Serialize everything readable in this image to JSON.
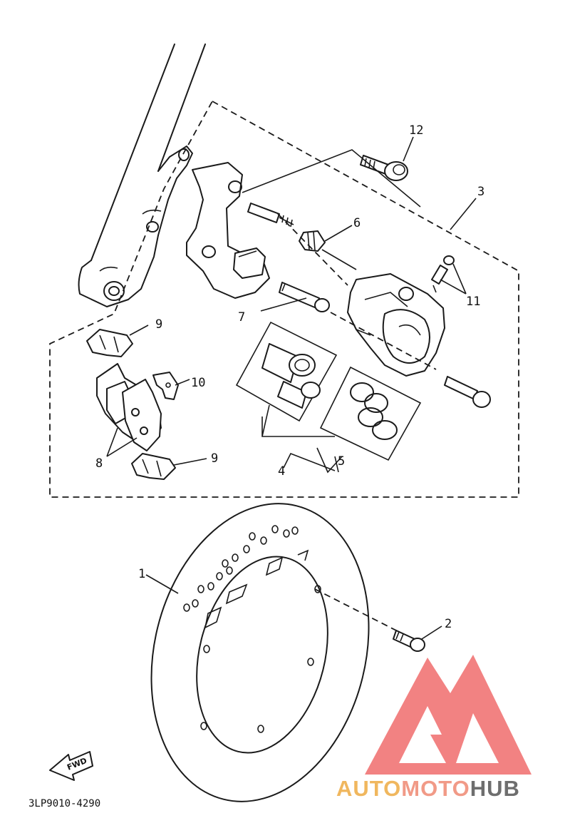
{
  "diagram": {
    "fig_code": "3LP9010-4290",
    "fwd_label": "FWD",
    "callouts": {
      "c1": "1",
      "c2": "2",
      "c3": "3",
      "c4": "4",
      "c5": "5",
      "c6": "6",
      "c7": "7",
      "c8": "8",
      "c9a": "9",
      "c9b": "9",
      "c10": "10",
      "c11": "11",
      "c12": "12"
    }
  },
  "watermark": {
    "brand_auto": "AUTO",
    "brand_moto": "MOTO",
    "brand_hub": "HUB",
    "colors": {
      "auto": "#f0b75e",
      "moto": "#f19a87",
      "hub": "#6e6e6e",
      "logo": "#f06d6d"
    }
  }
}
